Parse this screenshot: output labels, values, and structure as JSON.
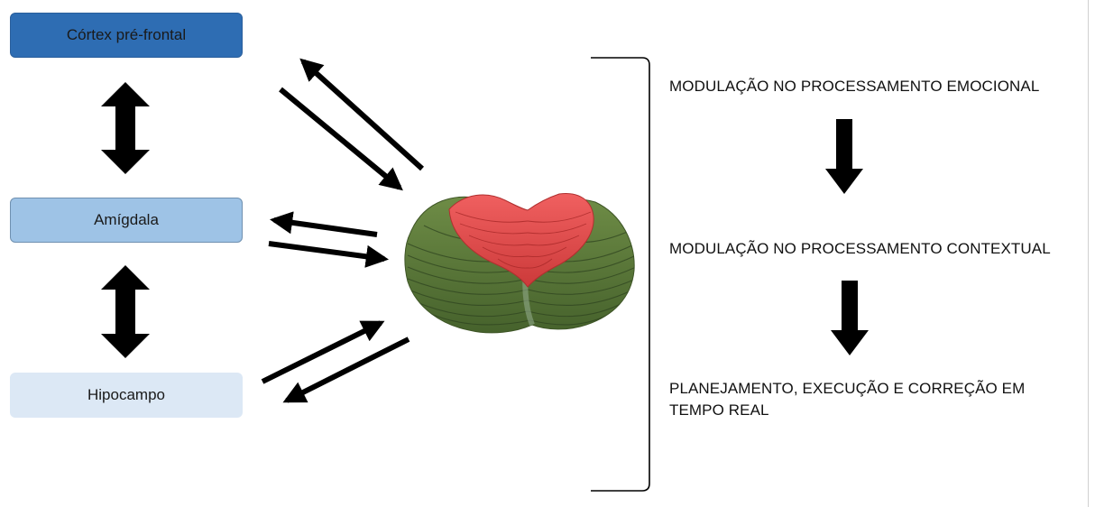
{
  "diagram": {
    "boxes": {
      "prefrontal": "Córtex pré-frontal",
      "amygdala": "Amígdala",
      "hippocampus": "Hipocampo"
    },
    "outcomes": {
      "emotional": "MODULAÇÃO NO PROCESSAMENTO EMOCIONAL",
      "contextual": "MODULAÇÃO NO PROCESSAMENTO CONTEXTUAL",
      "motor_line1": "PLANEJAMENTO, EXECUÇÃO E CORREÇÃO EM",
      "motor_line2": "TEMPO REAL"
    },
    "colors": {
      "prefrontal_box": "#2e6db3",
      "amygdala_box": "#9ec3e6",
      "hippocampus_box": "#dce8f5",
      "cerebellum_lobes": "#5a7a3a",
      "cerebellum_vermis": "#e04848"
    }
  }
}
